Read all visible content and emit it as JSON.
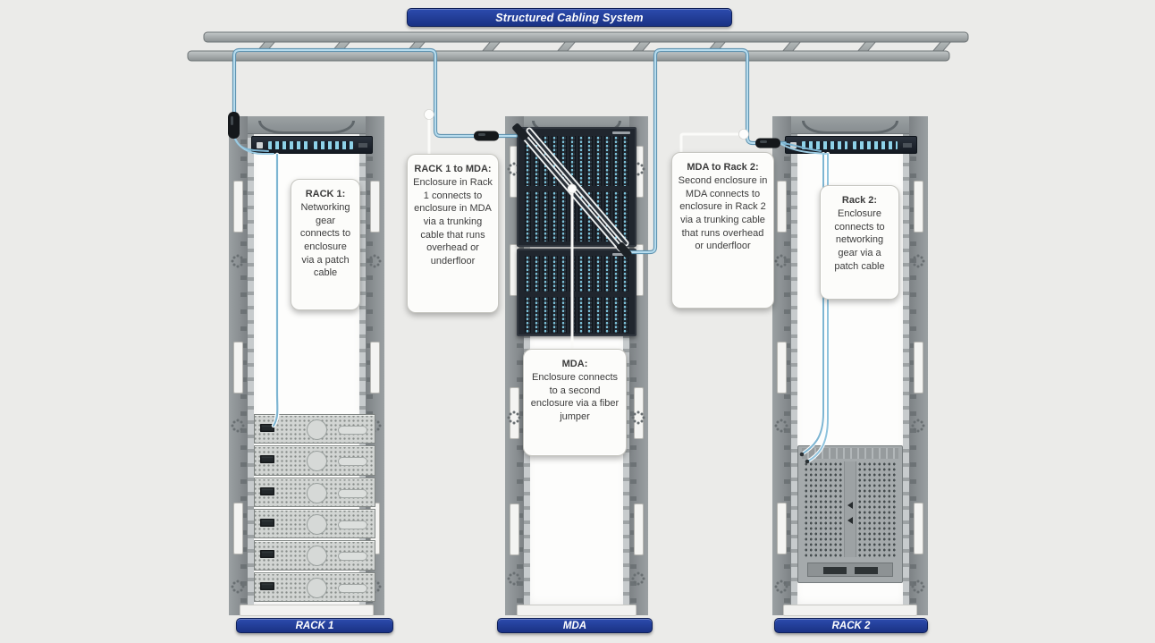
{
  "banner": {
    "title": "Structured Cabling System"
  },
  "racks": [
    {
      "label": "RACK 1"
    },
    {
      "label": "MDA"
    },
    {
      "label": "RACK 2"
    }
  ],
  "callouts": {
    "rack1": {
      "heading": "RACK 1:",
      "body": "Networking gear connects to enclosure via a patch cable"
    },
    "rack1_to_mda": {
      "heading": "RACK 1 to MDA:",
      "body": "Enclosure in Rack 1 connects to enclosure in MDA via a trunking cable that runs overhead or underfloor"
    },
    "mda_to_rack2": {
      "heading": "MDA to Rack 2:",
      "body": "Second enclosure in MDA connects to enclosure in Rack 2 via a trunking cable that runs overhead or underfloor"
    },
    "mda": {
      "heading": "MDA:",
      "body": "Enclosure connects to a second enclosure via a fiber jumper"
    },
    "rack2": {
      "heading": "Rack 2:",
      "body": "Enclosure connects to networking gear via a patch cable"
    }
  },
  "icons": {
    "cable_ladder": "overhead-ladder-rack",
    "trunk_cable": "blue-trunking-cable",
    "patch_cable": "blue-patch-cable",
    "fiber_jumper": "fiber-jumper-cable",
    "pointer_dot": "callout-pointer-dot"
  },
  "colors": {
    "background": "#ebebe9",
    "banner_blue": "#21409a",
    "cable_blue": "#7db5d2",
    "port_blue": "#8ed2e8",
    "enclosure_dark": "#20262e",
    "rack_gray": "#8f9496",
    "callout_bg": "#fcfcfa"
  }
}
